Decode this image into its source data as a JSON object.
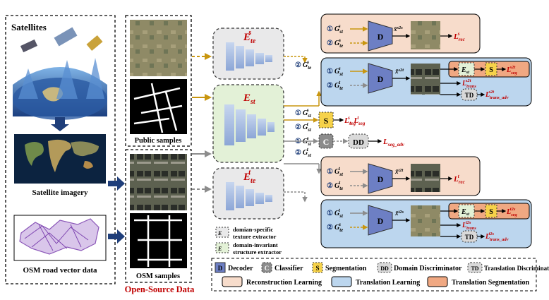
{
  "left": {
    "satellites": "Satellites",
    "satellite_imagery": "Satellite imagery",
    "osm_road": "OSM road vector data"
  },
  "middle": {
    "public_samples": "Public samples",
    "osm_samples": "OSM samples",
    "open_source": "Open-Source Data"
  },
  "encoders": {
    "ste_base": "E",
    "ste_sub": "te",
    "ste_sup": "s",
    "st_base": "E",
    "st_sub": "st",
    "tte_base": "E",
    "tte_sub": "te",
    "tte_sup": "t"
  },
  "enc_legend": {
    "spec_line1": "domian-specific",
    "spec_line2": "texture extractor",
    "inv_line1": "domain-invariant",
    "inv_line2": "structure extractor"
  },
  "blocks": {
    "D": "D",
    "S": "S",
    "C": "C",
    "DD": "DD",
    "TD": "TD",
    "Est": "E"
  },
  "markers": {
    "m1": "①",
    "m2": "②"
  },
  "legend": {
    "decoder": "Decoder",
    "classifier": "Classifier",
    "segmentation": "Segmentation",
    "domain_disc": "Domain Discriminator",
    "trans_disc": "Translation Discriminator",
    "recon": "Reconstruction Learning",
    "trans": "Translation Learning",
    "trans_seg": "Translation Segmentation"
  },
  "colors": {
    "recon": "#f7dccb",
    "trans": "#bcd6ee",
    "trans_seg": "#f0a882",
    "decoder": "#6d7fc4",
    "segmentation": "#f6d24a",
    "gray_block": "#8c8c8c",
    "encoder_green": "#e3f1d7",
    "encoder_gray": "#e9e9ea",
    "red_text": "#c00000",
    "arrow_gold": "#c9960f",
    "arrow_blue": "#1f3e7a"
  }
}
